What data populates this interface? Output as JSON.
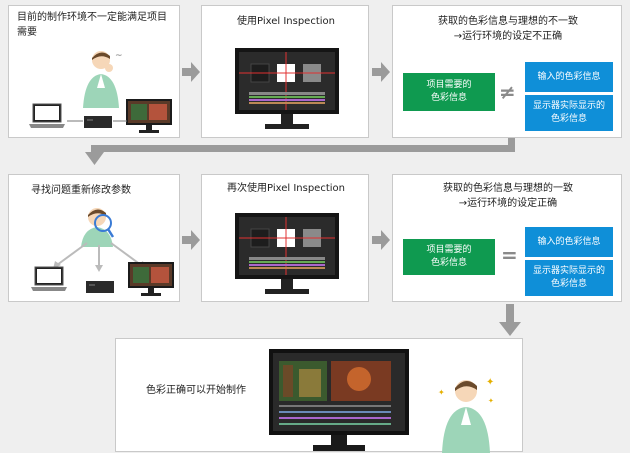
{
  "row1": {
    "p1_text": "目前的制作环境不一定能满足项目\n需要",
    "p2_text": "使用Pixel Inspection",
    "p3_text": "获取的色彩信息与理想的不一致\n→运行环境的设定不正确",
    "green_box": "项目需要的\n色彩信息",
    "blue_box_top": "输入的色彩信息",
    "blue_box_bottom": "显示器实际显示的\n色彩信息",
    "operator": "≠"
  },
  "row2": {
    "p1_text": "寻找问题重新修改参数",
    "p2_text": "再次使用Pixel Inspection",
    "p3_text": "获取的色彩信息与理想的一致\n→运行环境的设定正确",
    "green_box": "项目需要的\n色彩信息",
    "blue_box_top": "输入的色彩信息",
    "blue_box_bottom": "显示器实际显示的\n色彩信息",
    "operator": "="
  },
  "row3": {
    "text": "色彩正确可以开始制作"
  },
  "colors": {
    "green": "#0f9a50",
    "blue": "#0f8fd8",
    "arrow": "#9b9b9b"
  }
}
